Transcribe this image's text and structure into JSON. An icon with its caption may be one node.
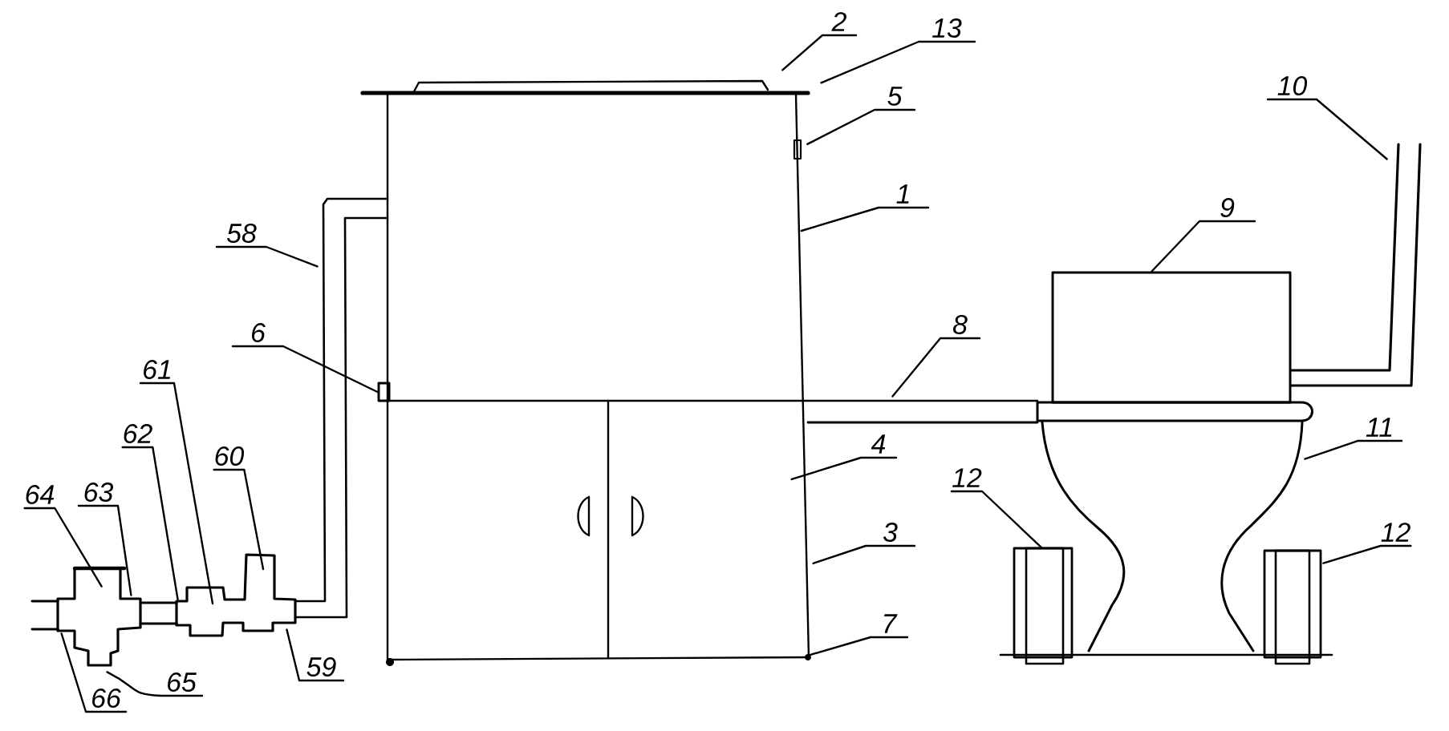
{
  "diagram": {
    "nodes": [
      {
        "text": [
          "2"
        ]
      },
      {
        "text": [
          "13"
        ]
      },
      {
        "text": [
          "5"
        ]
      },
      {
        "text": [
          "10"
        ]
      },
      {
        "text": [
          "1"
        ]
      },
      {
        "text": [
          "9"
        ]
      },
      {
        "text": [
          "58"
        ]
      },
      {
        "text": [
          "8"
        ]
      },
      {
        "text": [
          "6"
        ]
      },
      {
        "text": [
          "61"
        ]
      },
      {
        "text": [
          "11"
        ]
      },
      {
        "text": [
          "62"
        ]
      },
      {
        "text": [
          "4"
        ]
      },
      {
        "text": [
          "64"
        ]
      },
      {
        "text": [
          "63"
        ]
      },
      {
        "text": [
          "60"
        ]
      },
      {
        "text": [
          "12"
        ]
      },
      {
        "text": [
          "3"
        ]
      },
      {
        "text": [
          "12"
        ]
      },
      {
        "text": [
          "7"
        ]
      },
      {
        "text": [
          "59"
        ]
      },
      {
        "text": [
          "65"
        ]
      },
      {
        "text": [
          "66"
        ]
      },
      {
        "text": [],
        "shape": "box"
      },
      {
        "text": [],
        "shape": "circle"
      },
      {
        "text": [],
        "shape": "picture"
      },
      {
        "text": [],
        "shape": "box"
      },
      {
        "text": [],
        "shape": "picture"
      },
      {
        "text": [],
        "shape": "bar"
      },
      {
        "text": [],
        "shape": "bar"
      },
      {
        "text": [],
        "shape": "picture"
      }
    ],
    "edges": [
      {
        "from": 0,
        "to": null,
        "arrow": "none"
      },
      {
        "from": 1,
        "to": null,
        "arrow": "none"
      },
      {
        "from": 2,
        "to": null,
        "arrow": "none"
      },
      {
        "from": 3,
        "to": null,
        "arrow": "none"
      },
      {
        "from": 4,
        "to": null,
        "arrow": "none"
      },
      {
        "from": 5,
        "to": 26,
        "arrow": "none"
      },
      {
        "from": 6,
        "to": null,
        "arrow": "none"
      },
      {
        "from": 7,
        "to": null,
        "arrow": "none"
      },
      {
        "from": 8,
        "to": 23,
        "arrow": "none"
      },
      {
        "from": 9,
        "to": 25,
        "arrow": "none"
      },
      {
        "from": 10,
        "to": 27,
        "arrow": "none"
      },
      {
        "from": 11,
        "to": 25,
        "arrow": "none"
      },
      {
        "from": 12,
        "to": null,
        "arrow": "none"
      },
      {
        "from": 13,
        "to": 30,
        "arrow": "none"
      },
      {
        "from": 14,
        "to": 30,
        "arrow": "none"
      },
      {
        "from": 15,
        "to": 25,
        "arrow": "none"
      },
      {
        "from": 16,
        "to": 28,
        "arrow": "none"
      },
      {
        "from": 17,
        "to": null,
        "arrow": "none"
      },
      {
        "from": 18,
        "to": 29,
        "arrow": "none"
      },
      {
        "from": 19,
        "to": 24,
        "arrow": "none"
      },
      {
        "from": 20,
        "to": 25,
        "arrow": "none"
      },
      {
        "from": 21,
        "to": 30,
        "arrow": "none"
      },
      {
        "from": 22,
        "to": 30,
        "arrow": "none"
      }
    ]
  }
}
